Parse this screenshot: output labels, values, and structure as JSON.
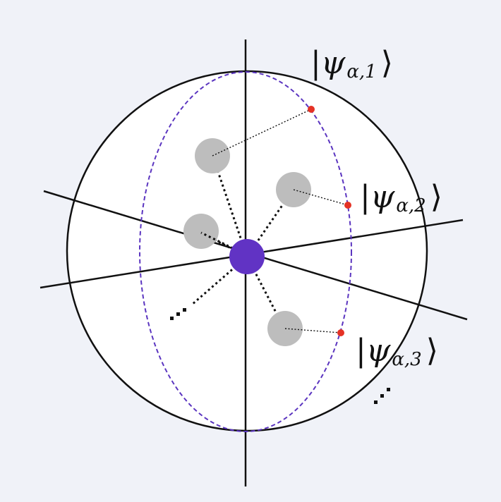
{
  "diagram": {
    "states": [
      {
        "ket_open": "|",
        "symbol": "ψ",
        "subscript": "α,1",
        "ket_close": "⟩"
      },
      {
        "ket_open": "|",
        "symbol": "ψ",
        "subscript": "α,2",
        "ket_close": "⟩"
      },
      {
        "ket_open": "|",
        "symbol": "ψ",
        "subscript": "α,3",
        "ket_close": "⟩"
      }
    ],
    "colors": {
      "background": "#f0f2f8",
      "sphere_stroke": "#111111",
      "ellipse_stroke": "#5b35c0",
      "center_node": "#6133c4",
      "satellite_node": "#bdbdbd",
      "state_point": "#e53225"
    }
  }
}
